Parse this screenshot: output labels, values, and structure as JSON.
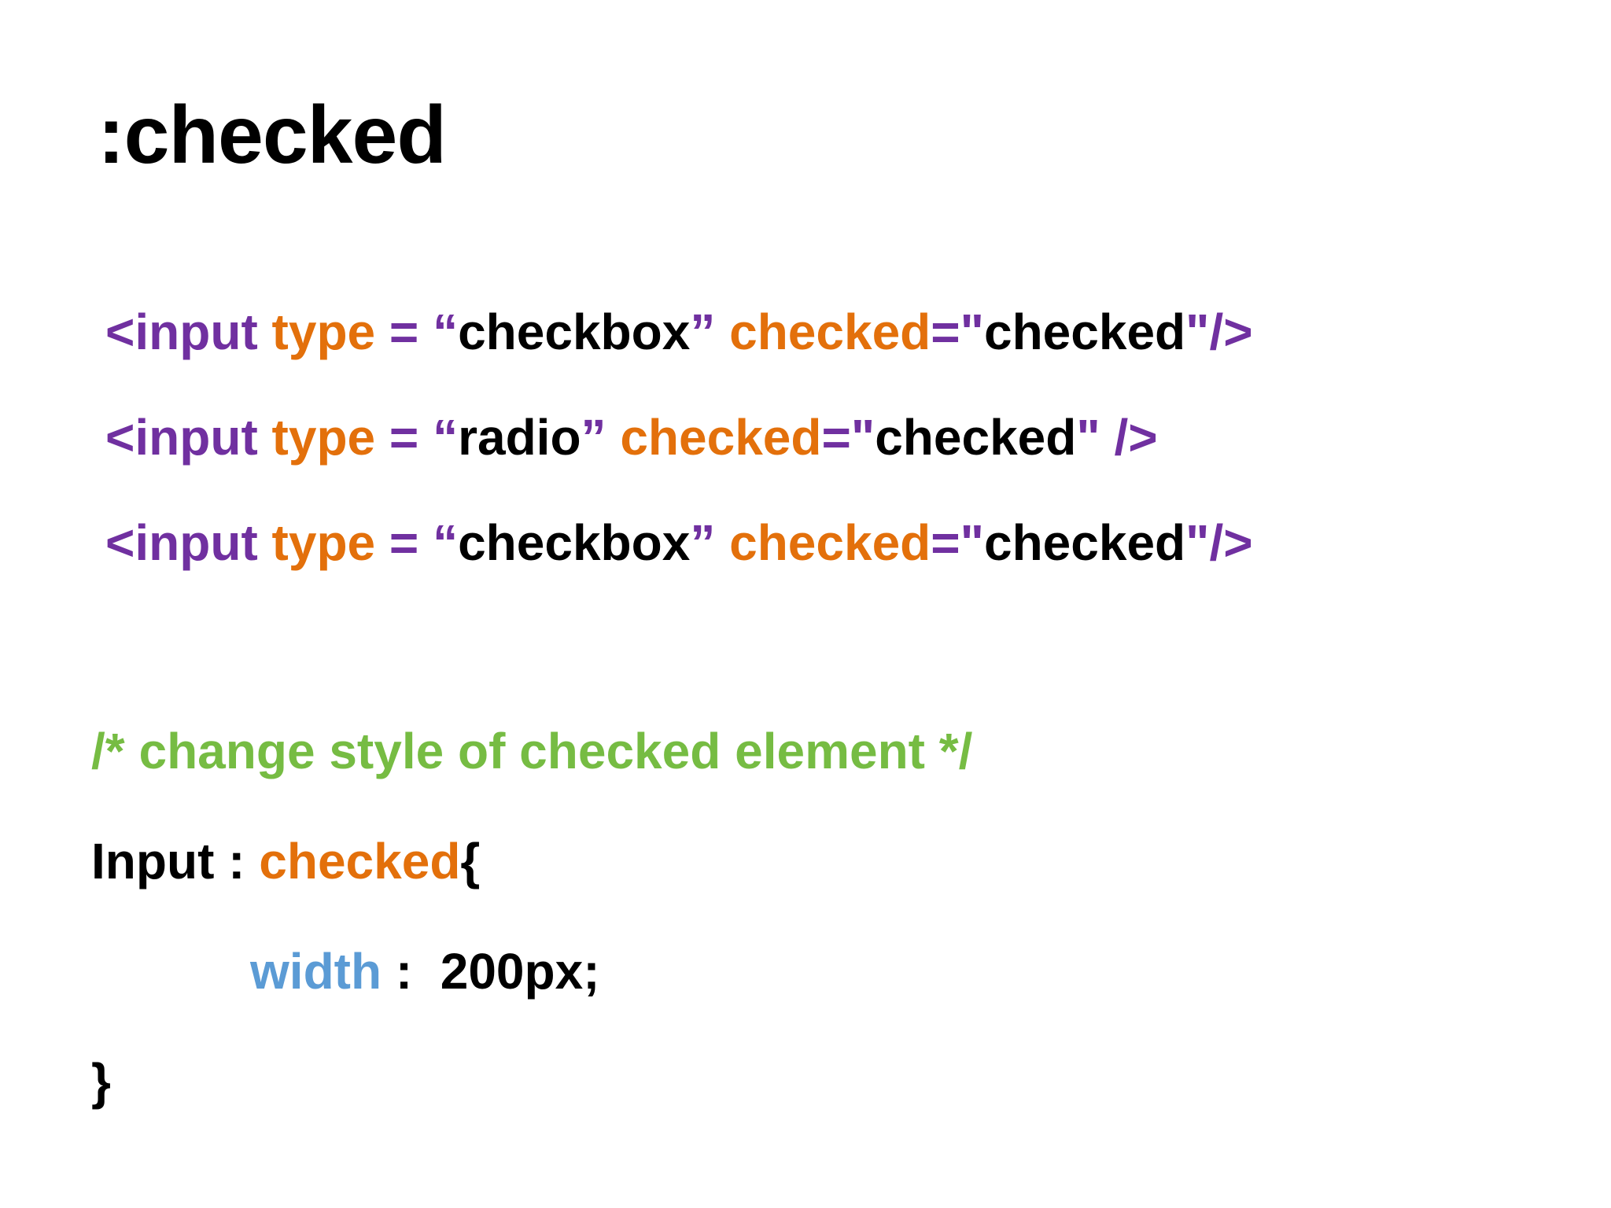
{
  "slide": {
    "title": ":checked",
    "background_color": "#FFFFFF"
  },
  "palette": {
    "tag_purple": "#7030A0",
    "attribute_orange": "#E3700B",
    "string_black": "#000000",
    "comment_green": "#76BC43",
    "property_blue": "#5B9BD5"
  },
  "code": {
    "markup_lines": [
      {
        "name": "checkbox-checked-line-1",
        "tokens": [
          {
            "text": "<input ",
            "color_role": "tag_purple"
          },
          {
            "text": "type",
            "color_role": "attribute_orange"
          },
          {
            "text": " = ",
            "color_role": "tag_purple"
          },
          {
            "text": "“checkbox”",
            "color_role": "string_black",
            "quote_color_role": "tag_purple"
          },
          {
            "text": " ",
            "color_role": "string_black"
          },
          {
            "text": "checked",
            "color_role": "attribute_orange"
          },
          {
            "text": "=\"",
            "color_role": "tag_purple"
          },
          {
            "text": "checked",
            "color_role": "string_black"
          },
          {
            "text": "\"",
            "color_role": "tag_purple"
          },
          {
            "text": "/>",
            "color_role": "tag_purple"
          }
        ]
      },
      {
        "name": "radio-checked-line",
        "tokens": [
          {
            "text": "<input ",
            "color_role": "tag_purple"
          },
          {
            "text": "type",
            "color_role": "attribute_orange"
          },
          {
            "text": " = ",
            "color_role": "tag_purple"
          },
          {
            "text": "“radio”",
            "color_role": "string_black",
            "quote_color_role": "tag_purple"
          },
          {
            "text": " ",
            "color_role": "string_black"
          },
          {
            "text": "checked",
            "color_role": "attribute_orange"
          },
          {
            "text": "=\"",
            "color_role": "tag_purple"
          },
          {
            "text": "checked",
            "color_role": "string_black"
          },
          {
            "text": "\" ",
            "color_role": "tag_purple"
          },
          {
            "text": "/>",
            "color_role": "tag_purple"
          }
        ]
      },
      {
        "name": "checkbox-checked-line-2",
        "tokens": [
          {
            "text": "<input ",
            "color_role": "tag_purple"
          },
          {
            "text": "type",
            "color_role": "attribute_orange"
          },
          {
            "text": " = ",
            "color_role": "tag_purple"
          },
          {
            "text": "“checkbox”",
            "color_role": "string_black",
            "quote_color_role": "tag_purple"
          },
          {
            "text": " ",
            "color_role": "string_black"
          },
          {
            "text": "checked",
            "color_role": "attribute_orange"
          },
          {
            "text": "=\"",
            "color_role": "tag_purple"
          },
          {
            "text": "checked",
            "color_role": "string_black"
          },
          {
            "text": "\"",
            "color_role": "tag_purple"
          },
          {
            "text": "/>",
            "color_role": "tag_purple"
          }
        ]
      }
    ],
    "comment": "/* change style of checked element */",
    "rule": {
      "selector_prefix": "Input : ",
      "selector_pseudo": "checked",
      "open_brace": "{",
      "declaration_property": "width",
      "declaration_rest": " :  200px;",
      "close_brace": "}"
    }
  },
  "line1": {
    "tag_open": "<input ",
    "attr_type": "type",
    "eq1": " = ",
    "quote_open": "“",
    "value": "checkbox",
    "quote_close": "”",
    "gap": " ",
    "attr_checked": "checked",
    "eq2": "=\"",
    "value2": "checked",
    "quote_end": "\"",
    "tag_close": "/>"
  },
  "line2": {
    "tag_open": "<input ",
    "attr_type": "type",
    "eq1": " = ",
    "quote_open": "“",
    "value": "radio",
    "quote_close": "”",
    "gap": " ",
    "attr_checked": "checked",
    "eq2": "=\"",
    "value2": "checked",
    "quote_end": "\" ",
    "tag_close": "/>"
  },
  "line3": {
    "tag_open": "<input ",
    "attr_type": "type",
    "eq1": " = ",
    "quote_open": "“",
    "value": "checkbox",
    "quote_close": "”",
    "gap": " ",
    "attr_checked": "checked",
    "eq2": "=\"",
    "value2": "checked",
    "quote_end": "\"",
    "tag_close": "/>"
  }
}
